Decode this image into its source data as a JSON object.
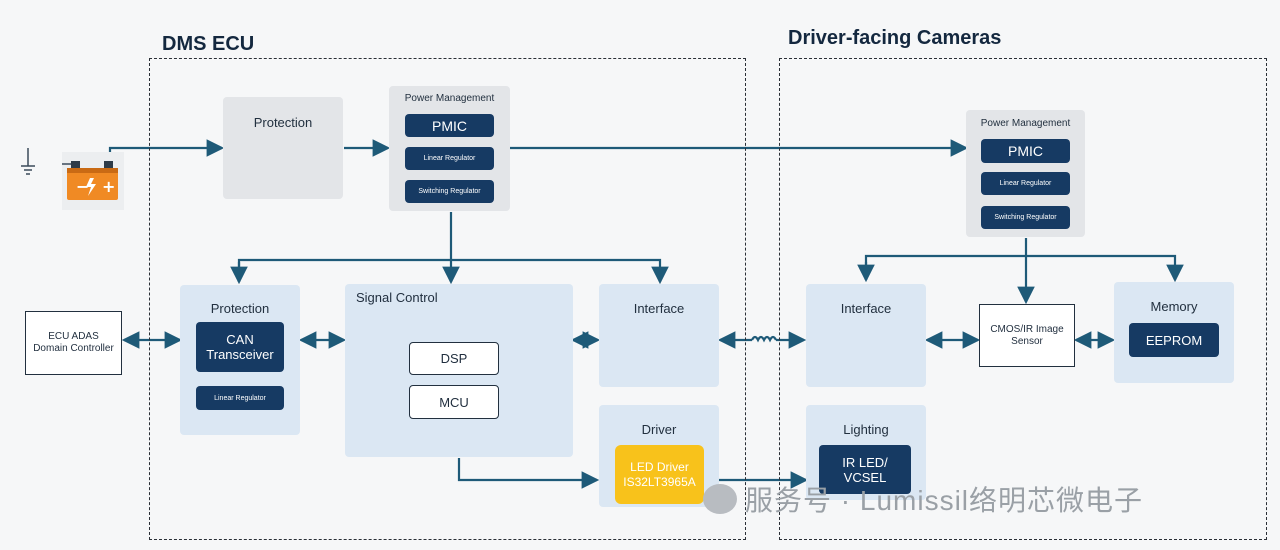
{
  "sections": {
    "ecu_title": "DMS ECU",
    "cameras_title": "Driver-facing Cameras"
  },
  "ecu": {
    "protection_top": "Protection",
    "power_management": {
      "title": "Power Management",
      "pmic": "PMIC",
      "linear": "Linear Regulator",
      "switching": "Switching Regulator"
    },
    "protection": {
      "title": "Protection",
      "can": "CAN Transceiver",
      "linear": "Linear Regulator"
    },
    "signal_control": {
      "title": "Signal Control",
      "dsp": "DSP",
      "mcu": "MCU"
    },
    "interface": "Interface",
    "driver": {
      "title": "Driver",
      "led_driver": "LED Driver IS32LT3965A"
    }
  },
  "external": {
    "ecu_box": "ECU ADAS Domain Controller",
    "battery_icon": "car-battery-icon",
    "ground_icon": "ground-symbol-icon"
  },
  "cameras": {
    "power_management": {
      "title": "Power Management",
      "pmic": "PMIC",
      "linear": "Linear Regulator",
      "switching": "Switching Regulator"
    },
    "interface": "Interface",
    "sensor": "CMOS/IR Image Sensor",
    "memory": {
      "title": "Memory",
      "eeprom": "EEPROM"
    },
    "lighting": {
      "title": "Lighting",
      "ir_led": "IR LED/ VCSEL"
    }
  },
  "watermark": {
    "text": "服务号 · Lumissil络明芯微电子",
    "icon": "wechat-icon"
  },
  "colors": {
    "navy": "#163a63",
    "light_blue": "#dbe7f3",
    "gray": "#e3e5e8",
    "line": "#1e5a78",
    "yellow": "#f8c21b",
    "battery_orange": "#f08a24"
  }
}
